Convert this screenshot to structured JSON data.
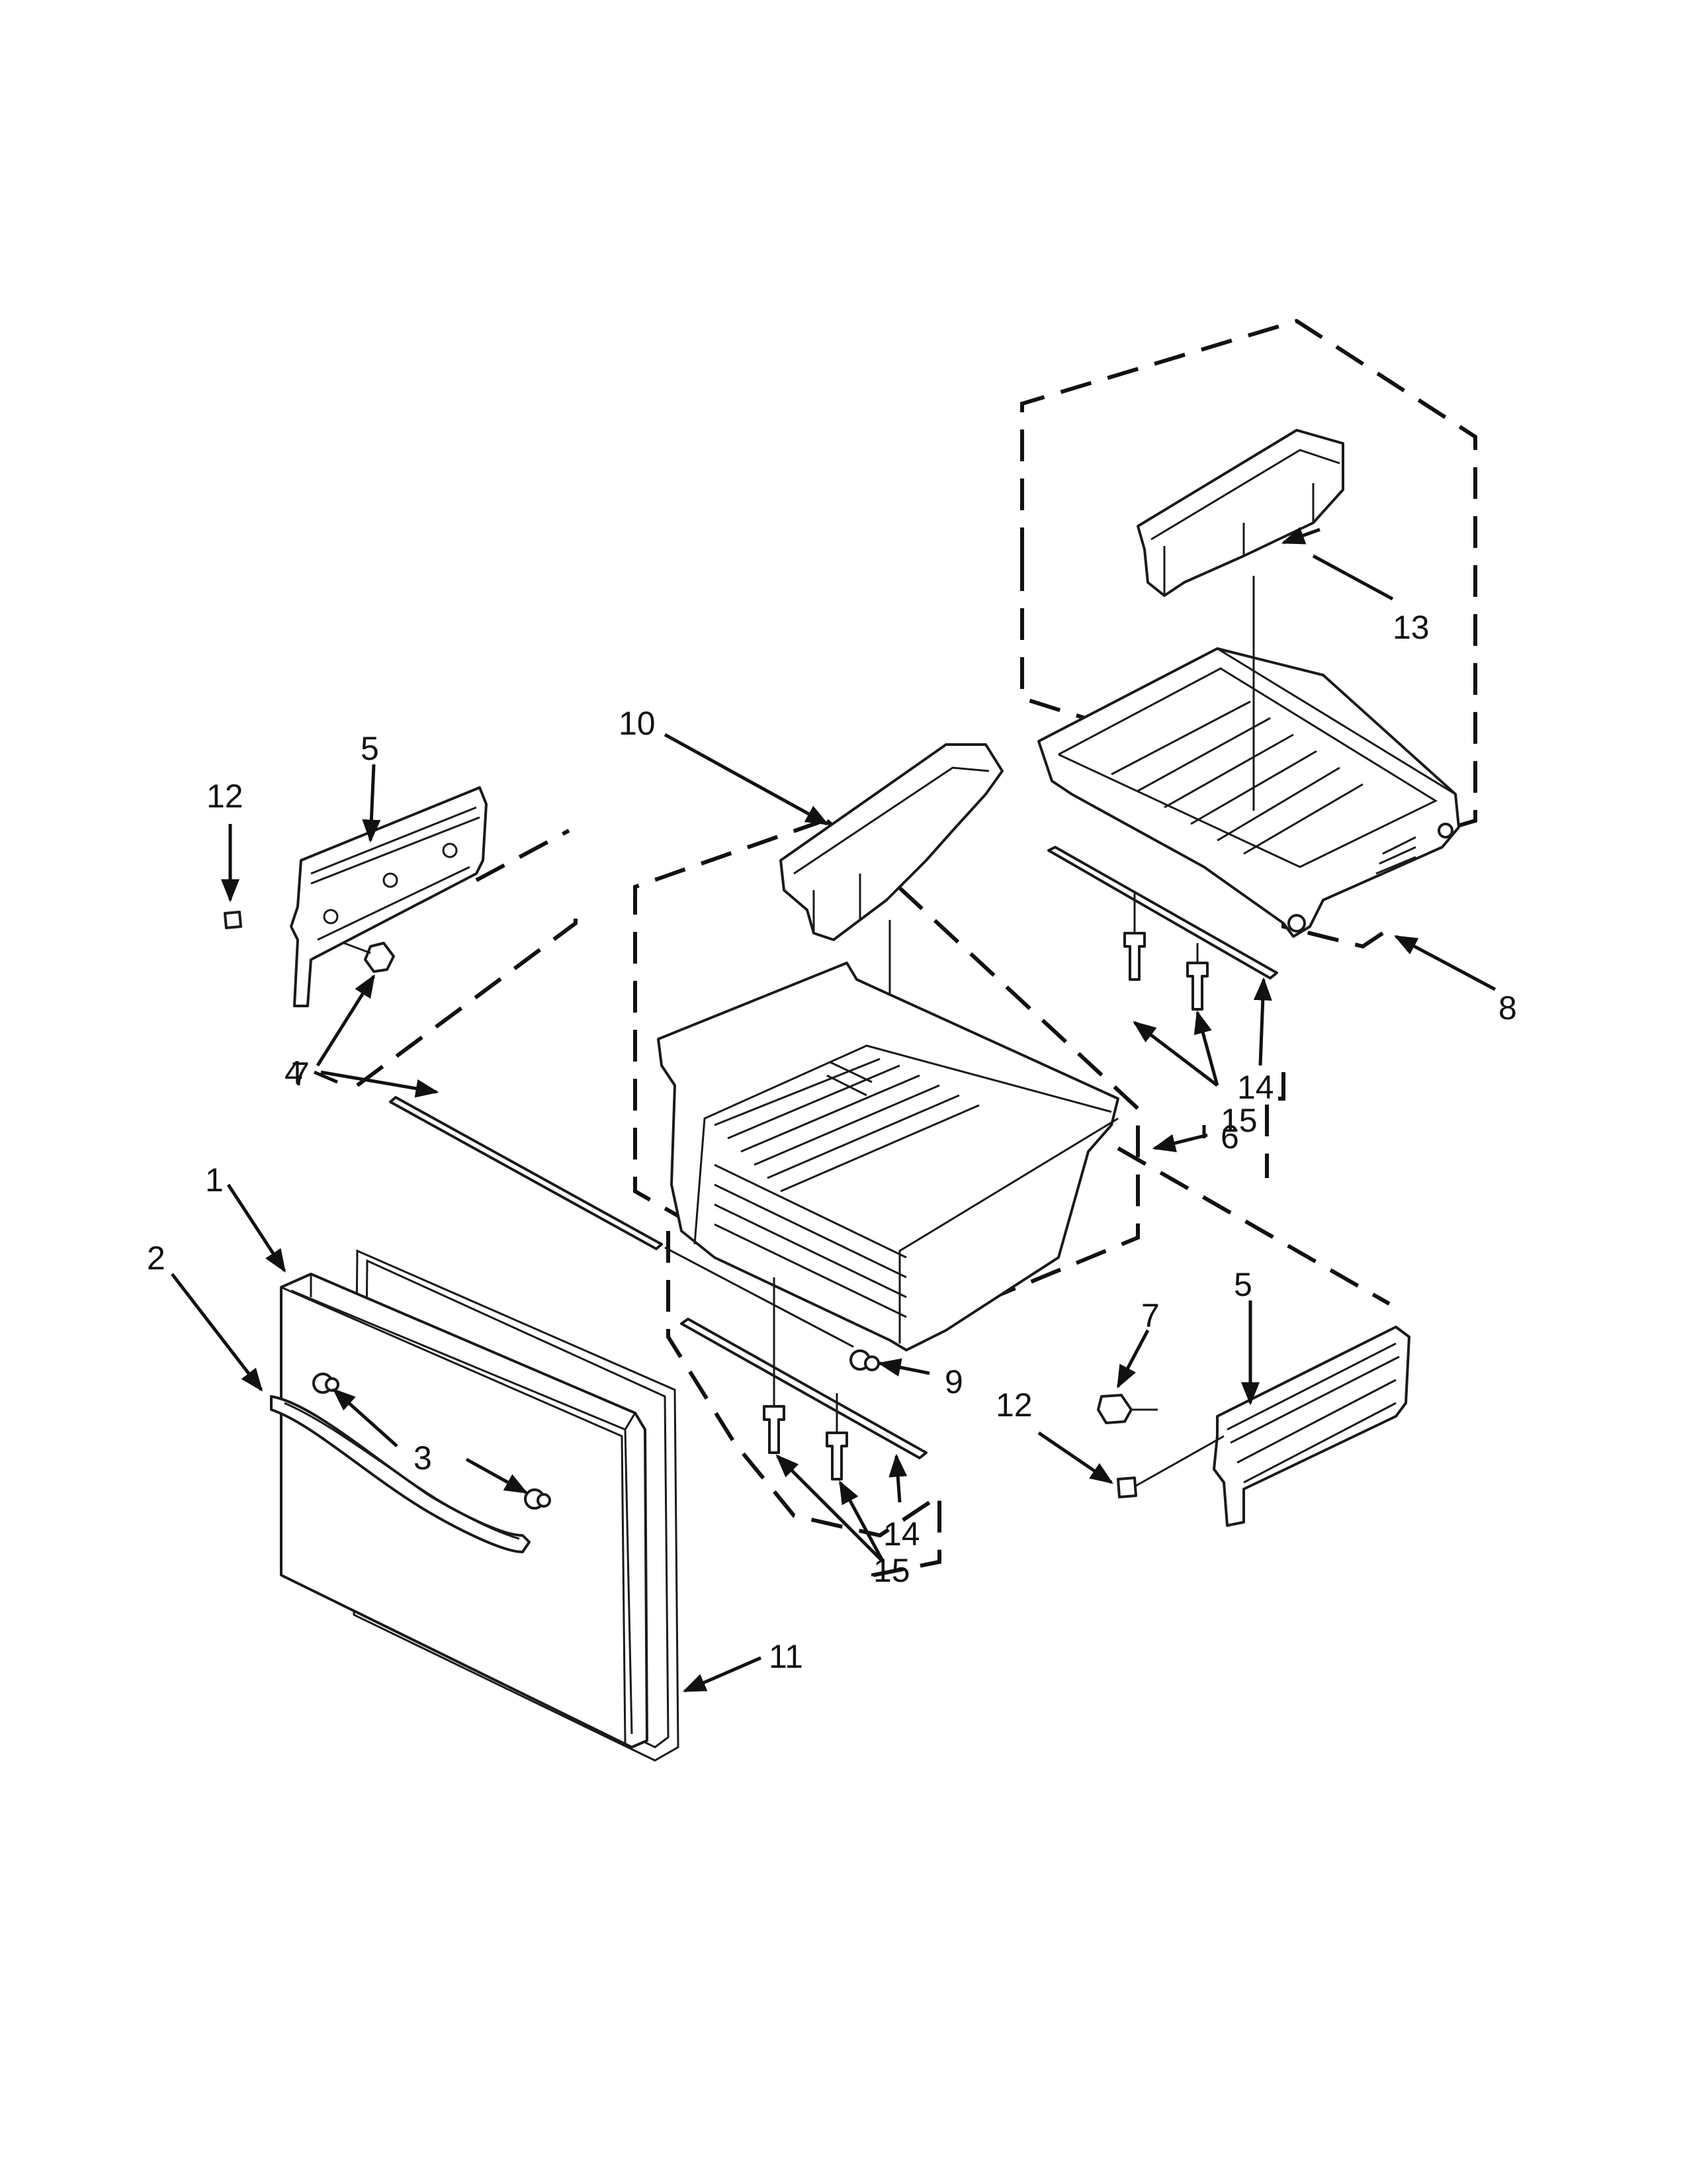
{
  "callouts": {
    "c1": "1",
    "c2": "2",
    "c3": "3",
    "c4": "4",
    "c5_left": "5",
    "c5_right": "5",
    "c6": "6",
    "c7_left": "7",
    "c7_right": "7",
    "c8": "8",
    "c9": "9",
    "c10": "10",
    "c11": "11",
    "c12_left": "12",
    "c12_right": "12",
    "c13": "13",
    "c14_upper": "14",
    "c14_lower": "14",
    "c15_upper": "15",
    "c15_lower": "15"
  }
}
